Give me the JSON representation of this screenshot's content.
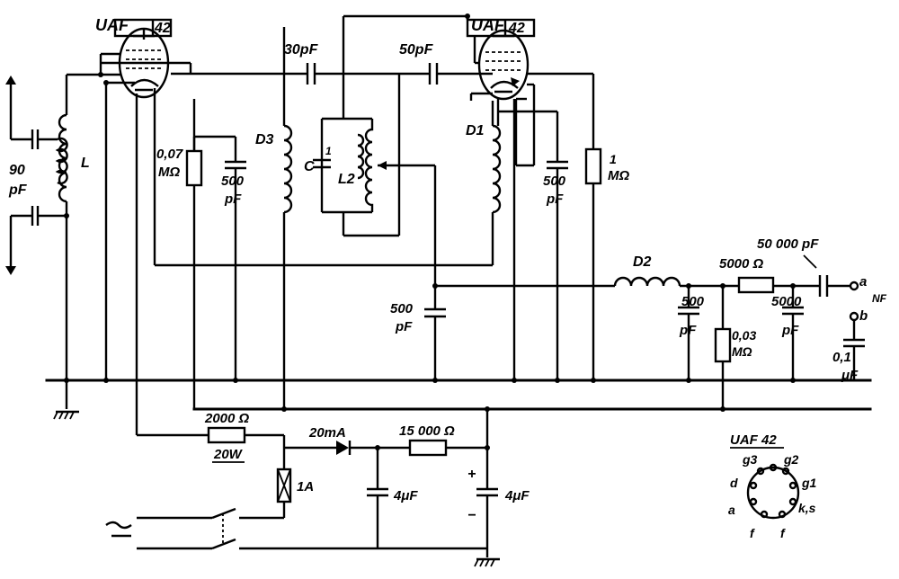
{
  "tubes": {
    "tube1_name": "UAF",
    "tube1_number": "42",
    "tube2_name": "UAF",
    "tube2_number": "42"
  },
  "input": {
    "cap_value": "90",
    "cap_unit": "pF",
    "coil": "L"
  },
  "stage1": {
    "res_value": "0,07",
    "res_unit": "MΩ",
    "cap_value": "500",
    "cap_unit": "pF",
    "coil": "D3"
  },
  "coupling": {
    "cap1": "30pF",
    "cap2": "50pF"
  },
  "tank": {
    "cap_label": "C",
    "cap_number": "1",
    "coil": "L2"
  },
  "stage2": {
    "coil": "D1",
    "cap_value": "500",
    "cap_unit": "pF",
    "res_value": "1",
    "res_unit": "MΩ"
  },
  "detector": {
    "cap_value": "500",
    "cap_unit": "pF"
  },
  "output": {
    "choke": "D2",
    "cap1_value": "500",
    "cap1_unit": "pF",
    "res_mid_value": "0,03",
    "res_mid_unit": "MΩ",
    "res_series": "5000 Ω",
    "cap2_value": "5000",
    "cap2_unit": "pF",
    "coupling_cap": "50 000 pF",
    "terminal_a": "a",
    "terminal_b": "b",
    "nf": "NF",
    "cap3_value": "0,1",
    "cap3_unit": "μF"
  },
  "supply": {
    "dropper_value": "2000 Ω",
    "dropper_power": "20W",
    "fuse": "1A",
    "rectifier": "20mA",
    "filter_res": "15 000 Ω",
    "cap1": "4μF",
    "cap2": "4μF",
    "plus": "+",
    "minus": "−"
  },
  "pinout": {
    "title": "UAF 42",
    "g3": "g3",
    "g2": "g2",
    "d": "d",
    "g1": "g1",
    "a": "a",
    "ks": "k,s",
    "f1": "f",
    "f2": "f"
  }
}
